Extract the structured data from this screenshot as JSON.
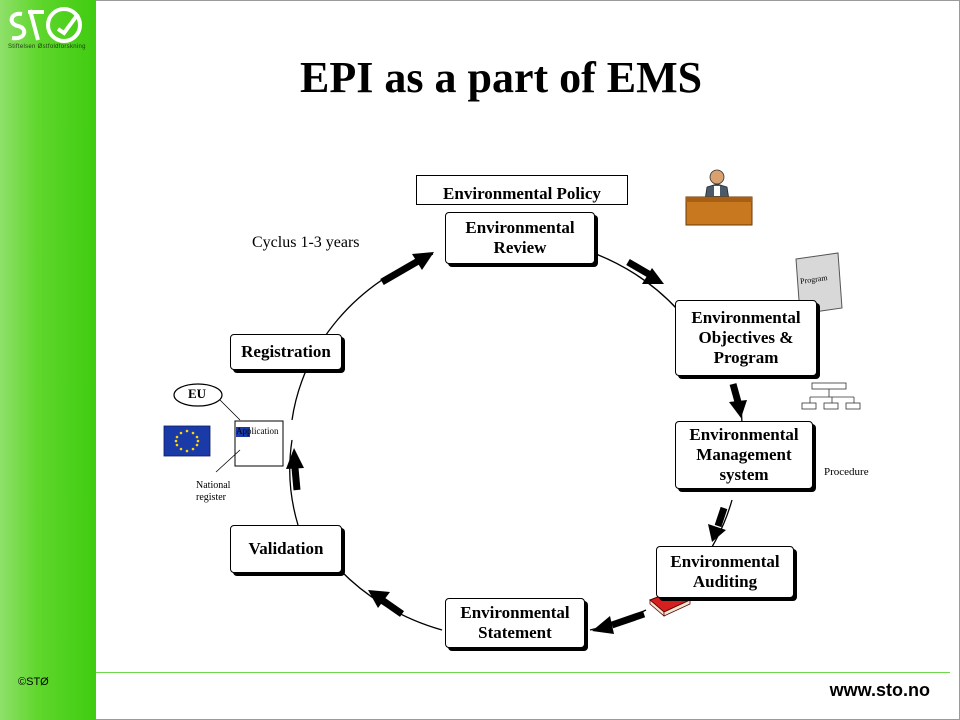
{
  "logo": {
    "letters": "STØ",
    "tagline": "Stiftelsen Østfoldforskning"
  },
  "title": "EPI as a part of EMS",
  "cycle_label": "Cyclus 1-3 years",
  "boxes": {
    "policy": "Environmental Policy",
    "review": "Environmental\nReview",
    "objectives": "Environmental\nObjectives &\nProgram",
    "management": "Environmental\nManagement\nsystem",
    "auditing": "Environmental\nAuditing",
    "statement": "Environmental\nStatement",
    "validation": "Validation",
    "registration": "Registration"
  },
  "side_labels": {
    "eu": "EU",
    "application": "Application",
    "national_register": "National\nregister",
    "program_doc": "Program",
    "procedure": "Procedure"
  },
  "footer": {
    "copyright": "©STØ",
    "url": "www.sto.no"
  },
  "colors": {
    "sidebar": "#3fcc10",
    "eu_flag": "#1a3aa8",
    "eu_stars": "#ffd600",
    "desk": "#c8781e",
    "book": "#d62020"
  }
}
